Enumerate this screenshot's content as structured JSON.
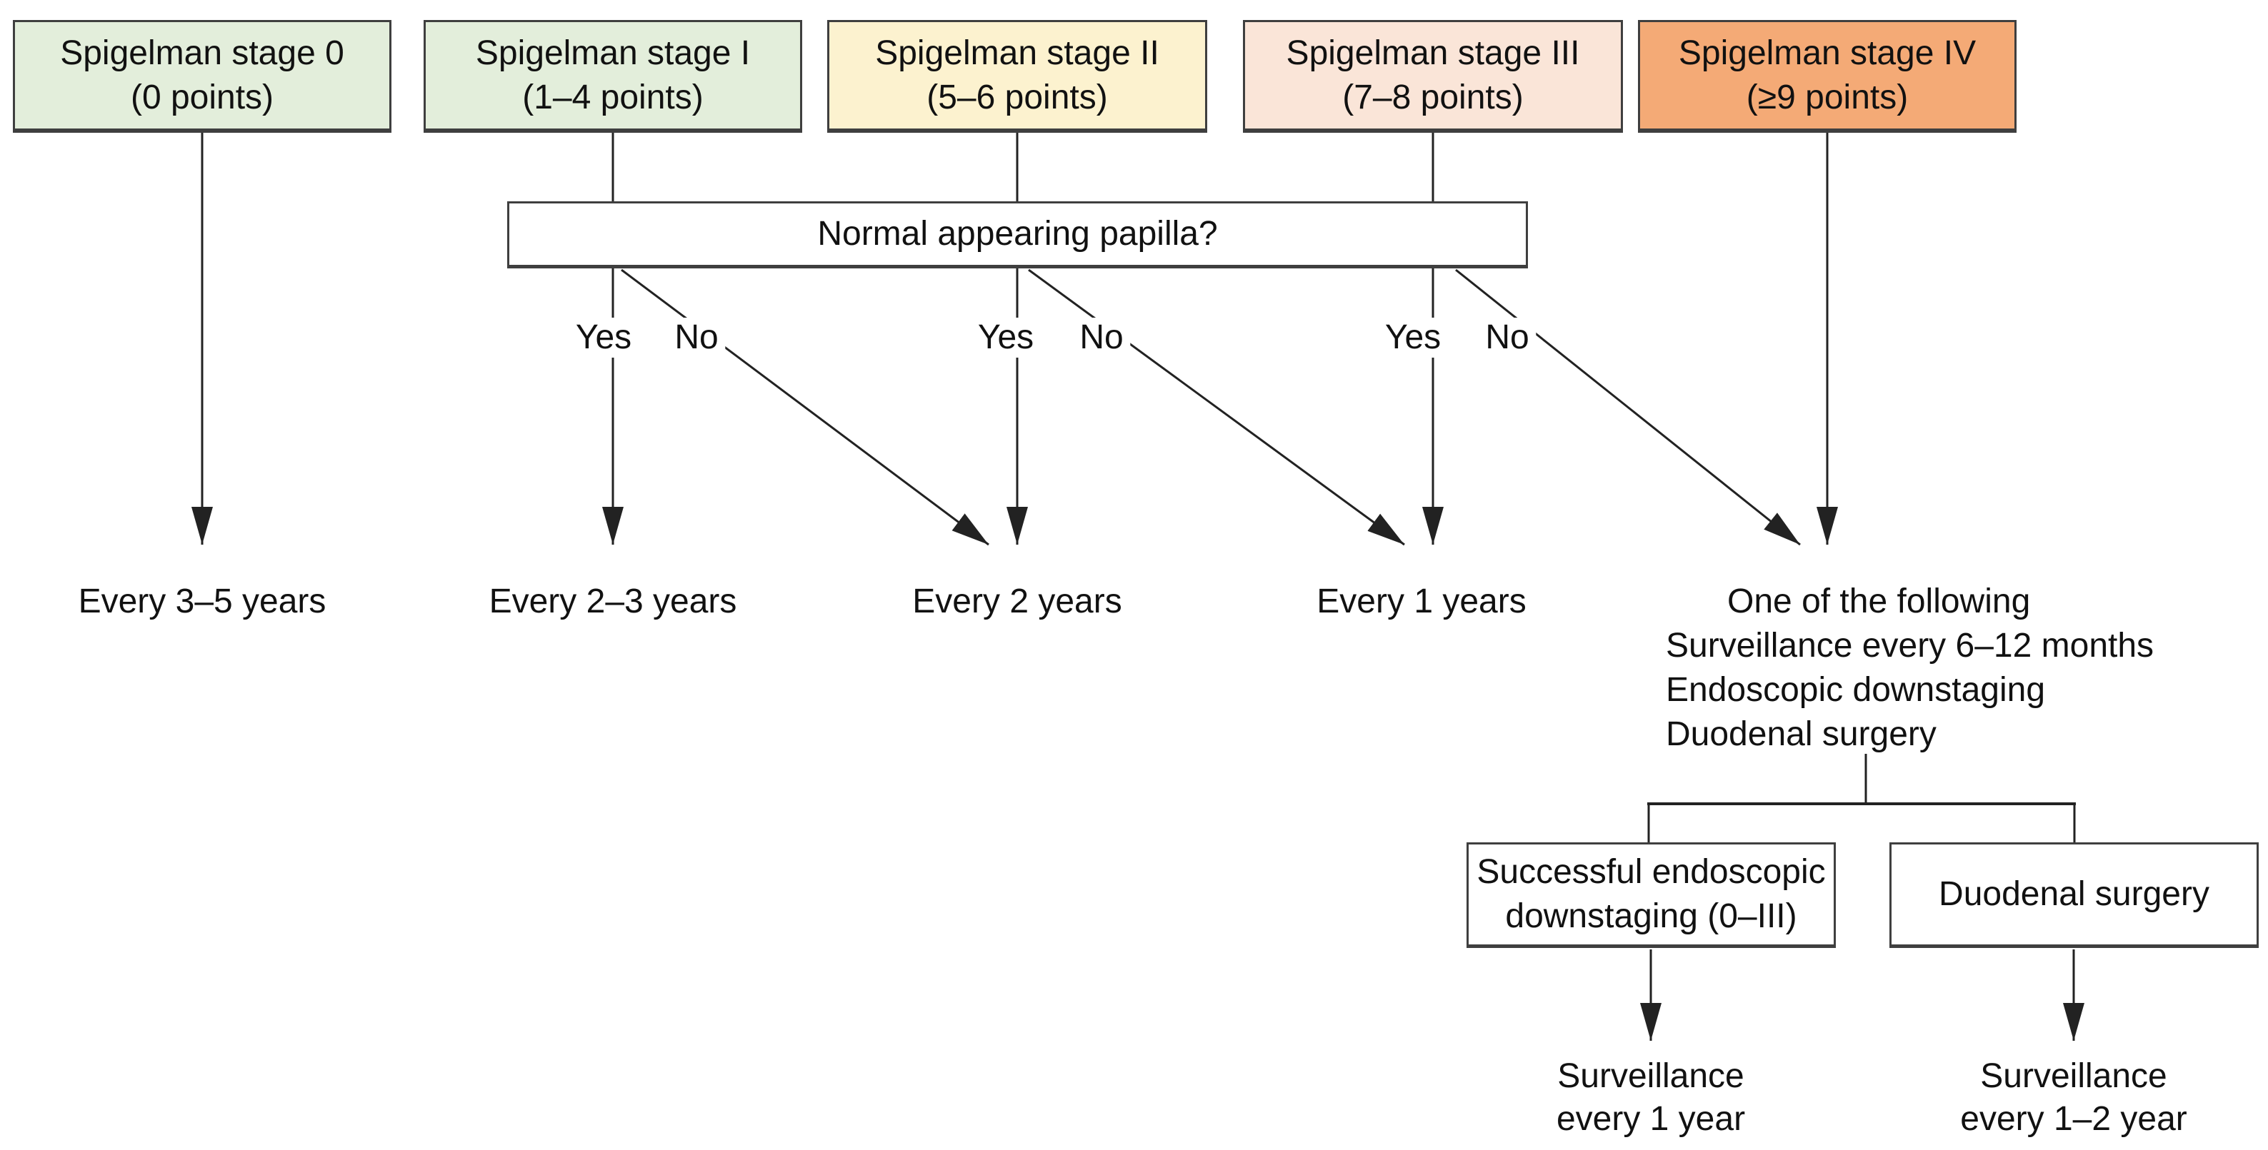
{
  "stages": [
    {
      "name": "Spigelman stage 0",
      "points": "(0 points)",
      "fill": "#e3eedb"
    },
    {
      "name": "Spigelman stage I",
      "points": "(1–4 points)",
      "fill": "#e3eedb"
    },
    {
      "name": "Spigelman stage II",
      "points": "(5–6 points)",
      "fill": "#fcf2cf"
    },
    {
      "name": "Spigelman stage III",
      "points": "(7–8 points)",
      "fill": "#fae5d8"
    },
    {
      "name": "Spigelman stage IV",
      "points": "(≥9 points)",
      "fill": "#f4aa76"
    }
  ],
  "question": {
    "text": "Normal appearing papilla?",
    "fill": "#ffffff"
  },
  "branches": {
    "yes": "Yes",
    "no": "No"
  },
  "outcomes": [
    {
      "text": "Every 3–5 years"
    },
    {
      "text": "Every 2–3 years"
    },
    {
      "text": "Every 2 years"
    },
    {
      "text": "Every 1 years"
    }
  ],
  "stage4_options": {
    "header": "One of the following",
    "items": [
      "Surveillance every 6–12 months",
      "Endoscopic downstaging",
      "Duodenal surgery"
    ]
  },
  "decision_boxes": [
    {
      "lines": [
        "Successful endoscopic",
        "downstaging (0–III)"
      ]
    },
    {
      "lines": [
        "Duodenal surgery"
      ]
    }
  ],
  "final_outcomes": [
    {
      "lines": [
        "Surveillance",
        "every 1 year"
      ]
    },
    {
      "lines": [
        "Surveillance",
        "every 1–2 year"
      ]
    }
  ],
  "colors": {
    "background": "#ffffff",
    "line": "#222222",
    "box_border": "#3f3f3f",
    "stage_green": "#e3eedb",
    "stage_yellow": "#fcf2cf",
    "stage_pink": "#fae5d8",
    "stage_orange": "#f4aa76"
  }
}
